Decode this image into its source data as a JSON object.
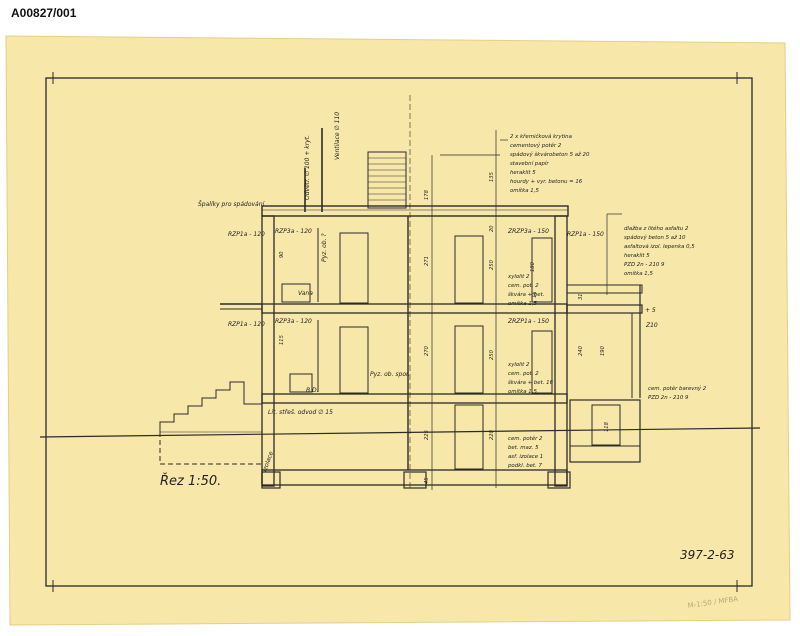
{
  "document_id": "A00827/001",
  "drawing": {
    "title": "Řez 1:50.",
    "number": "397-2-63",
    "pencil_note": "M-1:50 / MFBA",
    "labels": {
      "spadovky": "Špalíky pro spádování",
      "odvetrani": "Odvětr. ∅ 100 + kryt.",
      "ventilace": "Ventilace ∅ 110",
      "vana": "Vana",
      "pyz_ob": "Pyz. ob. spor.",
      "pyz_ob_top": "Pyz. ob. ?",
      "bd": "B.D.",
      "izolace": "Izolace",
      "strecha_note": "Lit. střeš. odvod ∅ 15"
    },
    "level_marks": {
      "left_upper": "RZP1a - 120",
      "left_upper_2": "RZP3a - 120",
      "left_lower": "RZP1a - 120",
      "left_lower_2": "RZP3a - 120",
      "mid_upper": "ZRZP3a - 150",
      "mid_upper_2": "RZP1a - 150",
      "mid_lower": "ZRZP1a - 150",
      "right_lower": "Z10",
      "right_level": "+ 5"
    },
    "notes": {
      "roof": [
        "2 x křemičková krytina",
        "cementový potěr 2",
        "spádový škvárobeton 5 až 20",
        "stavební papír",
        "heraklit 5",
        "hourdy + vyr. betonu = 16",
        "omítka 1,5"
      ],
      "terrace": [
        "dlažba z litého asfaltu 2",
        "spádový beton 5 až 10",
        "asfaltová izol. lepenka 0,5",
        "heraklit 5",
        "PZD 2n - 210 9",
        "omítka 1,5"
      ],
      "floor_upper": [
        "xylolit 2",
        "cem. pot. 2",
        "škvára + bet.",
        "omítka 1,5"
      ],
      "floor_lower": [
        "xylolit 2",
        "cem. pot. 2",
        "škvára + bet. 16",
        "omítka 1,5"
      ],
      "ground": [
        "cem. potěr 2",
        "bet. maz. 5",
        "asf. izolace 1",
        "podkl. bet. 7"
      ],
      "cellar": [
        "cem. potěr barevný 2",
        "PZD 2n - 210 9"
      ]
    },
    "dimensions": {
      "roof_h": "178",
      "top_h": "135",
      "upper_room": "271",
      "upper_floor": "20",
      "upper_h": "250",
      "mid_room": "270",
      "mid_h": "250",
      "lower_room": "225",
      "base": "45",
      "v1": "220",
      "v2": "180",
      "v3": "240",
      "v4": "115",
      "v5": "90",
      "v6": "190",
      "v7": "118",
      "v8": "31",
      "v9": "16"
    }
  },
  "colors": {
    "paper": "#f7e7a8",
    "paper_edge": "#efd98e",
    "ink": "#2b2b2b"
  }
}
